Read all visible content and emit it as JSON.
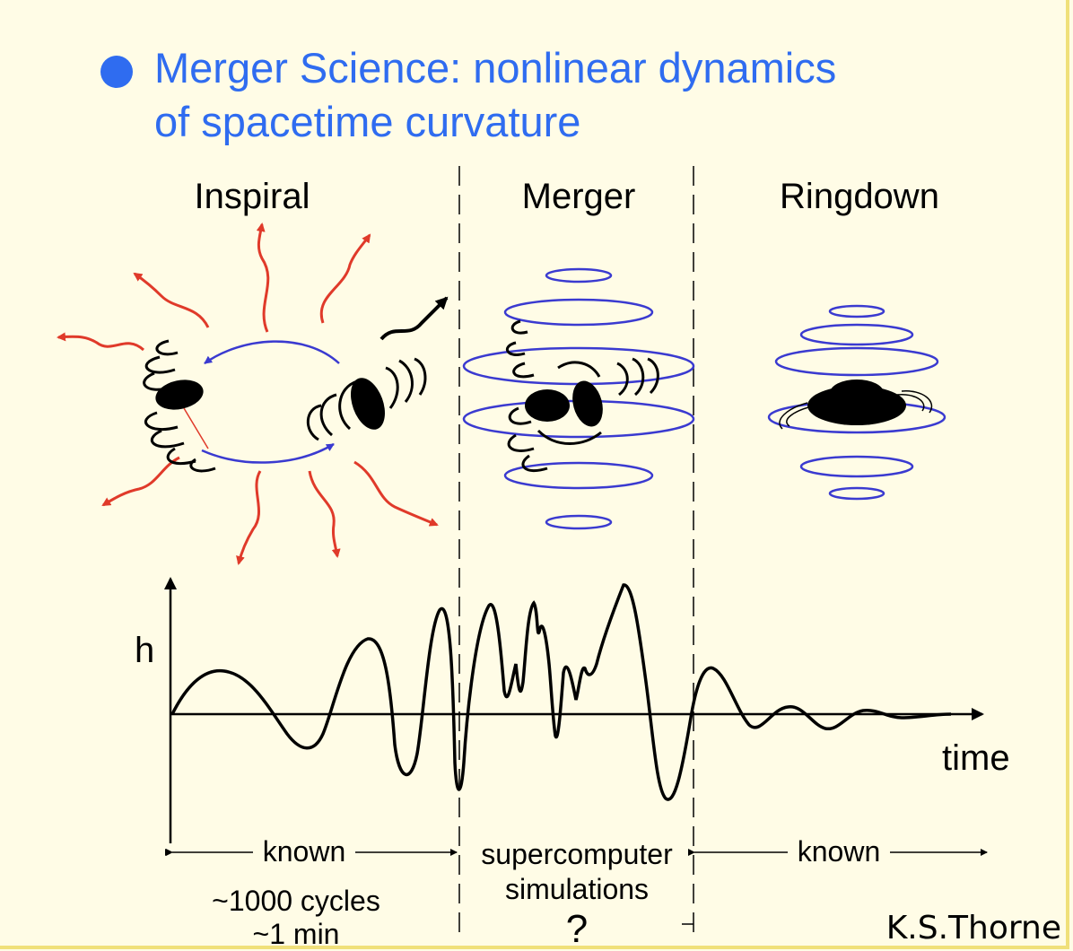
{
  "title": {
    "line1": "Merger Science:  nonlinear dynamics",
    "line2": "of spacetime curvature"
  },
  "phases": {
    "inspiral": "Inspiral",
    "merger": "Merger",
    "ringdown": "Ringdown"
  },
  "axes": {
    "ylabel": "h",
    "xlabel": "time"
  },
  "spans": {
    "left": "known",
    "middle_line1": "supercomputer",
    "middle_line2": "simulations",
    "middle_mark": "?",
    "right": "known"
  },
  "notes": {
    "cycles": "~1000 cycles",
    "duration": "~1 min"
  },
  "credit": "K.S.Thorne",
  "colors": {
    "title": "#2f6cf0",
    "arrows": "#e03a2a",
    "orbits": "#3a3ad0",
    "background": "#fffce6"
  }
}
